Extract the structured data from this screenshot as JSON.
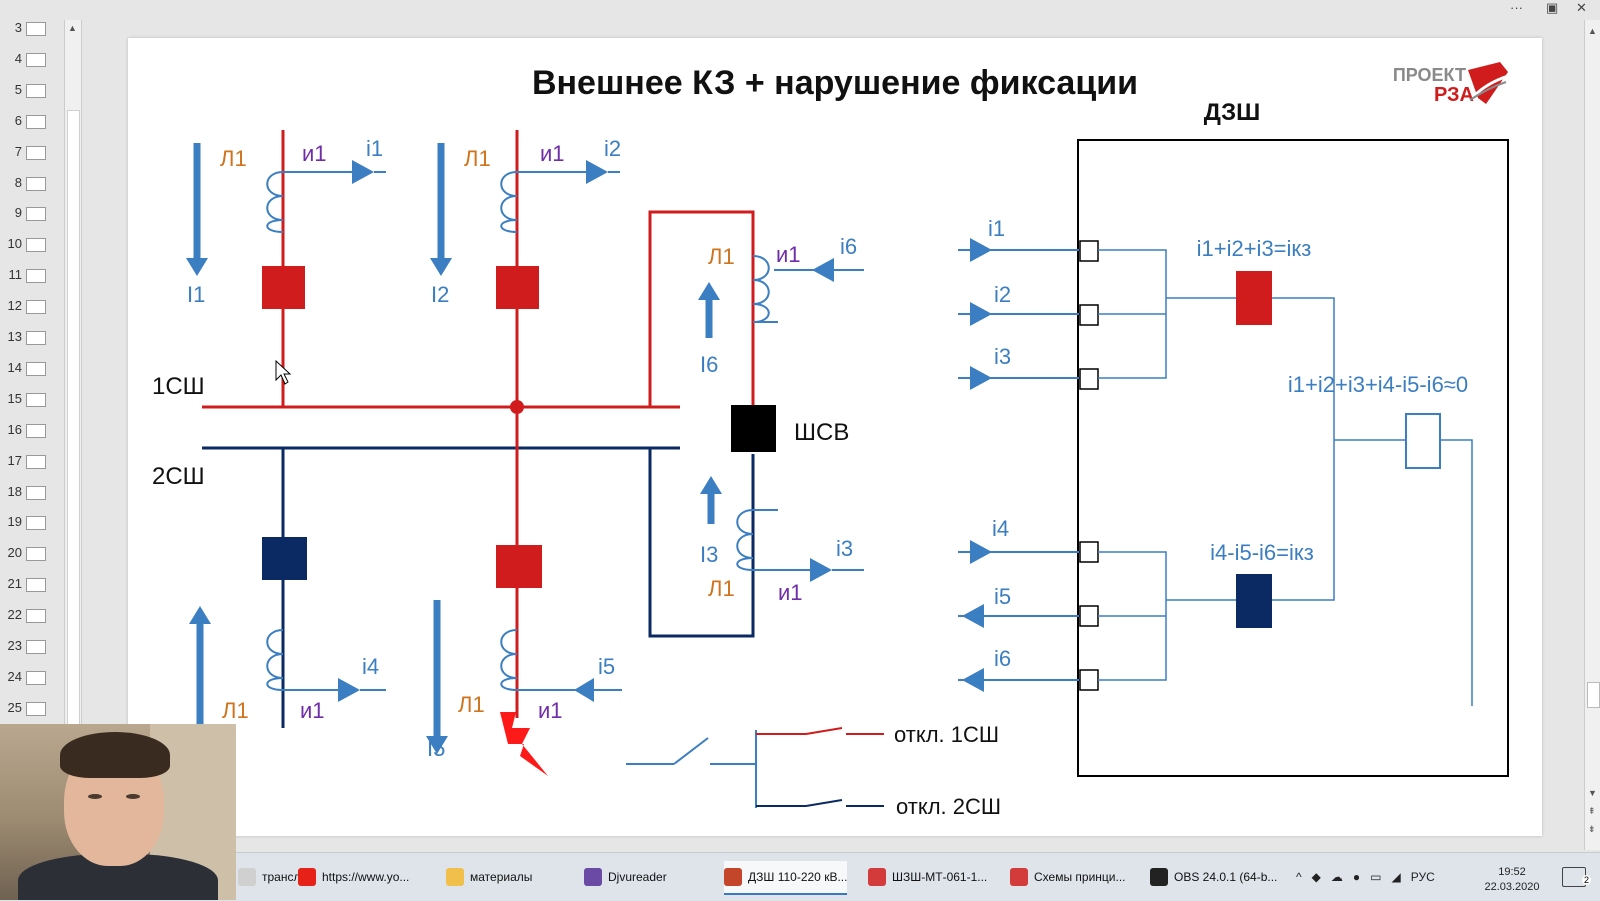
{
  "window": {
    "more": "···",
    "close": "✕"
  },
  "slides": [
    {
      "num": "3"
    },
    {
      "num": "4"
    },
    {
      "num": "5"
    },
    {
      "num": "6"
    },
    {
      "num": "7"
    },
    {
      "num": "8"
    },
    {
      "num": "9"
    },
    {
      "num": "10"
    },
    {
      "num": "11"
    },
    {
      "num": "12"
    },
    {
      "num": "13"
    },
    {
      "num": "14"
    },
    {
      "num": "15"
    },
    {
      "num": "16"
    },
    {
      "num": "17"
    },
    {
      "num": "18"
    },
    {
      "num": "19"
    },
    {
      "num": "20"
    },
    {
      "num": "21"
    },
    {
      "num": "22"
    },
    {
      "num": "23"
    },
    {
      "num": "24"
    },
    {
      "num": "25"
    }
  ],
  "slide": {
    "title": "Внешнее КЗ + нарушение фиксации",
    "logo": {
      "line1": "ПРОЕКТ",
      "line2": "РЗА"
    },
    "dzsh_label": "ДЗШ",
    "bus1": "1СШ",
    "bus2": "2СШ",
    "shsv": "ШСВ",
    "L1": "Л1",
    "i1_prim": "и1",
    "I1": "I1",
    "I2": "I2",
    "I3": "I3",
    "I5": "I5",
    "I6": "I6",
    "i1": "i1",
    "i2": "i2",
    "i3": "i3",
    "i4": "i4",
    "i5": "i5",
    "i6": "i6",
    "sum1": "i1+i2+i3=iкз",
    "sum_total": "i1+i2+i3+i4-i5-i6≈0",
    "sum2": "i4-i5-i6=iкз",
    "trip1": "откл. 1СШ",
    "trip2": "откл. 2СШ"
  },
  "colors": {
    "red": "#d01c1c",
    "navy": "#0b2a63",
    "blue": "#3b7ec1",
    "orange": "#d0731d",
    "purple": "#6f2da8"
  },
  "taskbar": {
    "tasks": [
      {
        "label": "трансл...",
        "color": "#d0d0d0"
      },
      {
        "label": "https://www.yo...",
        "color": "#e62117"
      },
      {
        "label": "материалы",
        "color": "#f1c04b"
      },
      {
        "label": "Djvureader",
        "color": "#6a4aa5"
      },
      {
        "label": "ДЗШ 110-220 кВ...",
        "color": "#c4462a"
      },
      {
        "label": "ШЗШ-МТ-061-1...",
        "color": "#d33b3b"
      },
      {
        "label": "Схемы принци...",
        "color": "#d33b3b"
      },
      {
        "label": "OBS 24.0.1 (64-b...",
        "color": "#222222"
      }
    ],
    "lang": "РУС",
    "time": "19:52",
    "date": "22.03.2020",
    "notif": "2"
  }
}
